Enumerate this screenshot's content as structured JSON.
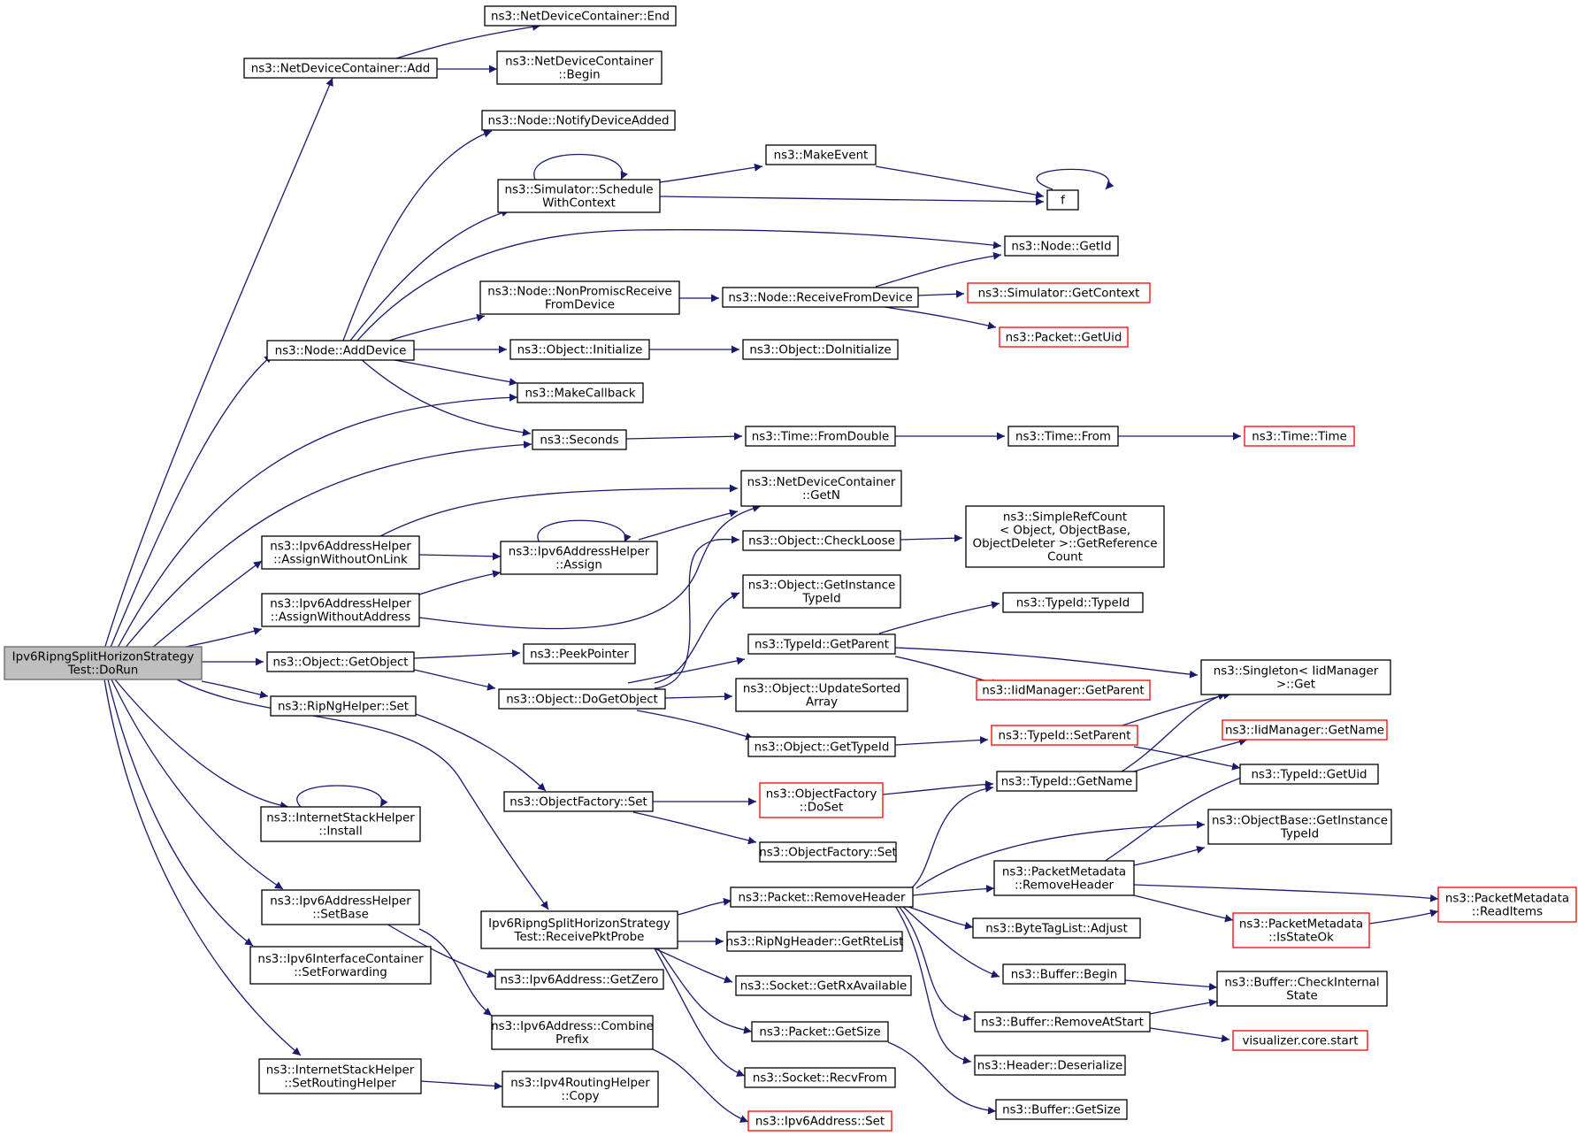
{
  "colors": {
    "edge": "#191970",
    "box_border": "#000000",
    "box_border_truncated": "#ff0000",
    "root_fill": "#bfbfbf",
    "root_border": "#666666",
    "background": "#ffffff"
  },
  "nodes": {
    "root": [
      "Ipv6RipngSplitHorizonStrategy",
      "Test::DoRun"
    ],
    "ndc_add": [
      "ns3::NetDeviceContainer::Add"
    ],
    "ndc_end": [
      "ns3::NetDeviceContainer::End"
    ],
    "ndc_begin": [
      "ns3::NetDeviceContainer",
      "::Begin"
    ],
    "node_notify": [
      "ns3::Node::NotifyDeviceAdded"
    ],
    "sched_ctx": [
      "ns3::Simulator::Schedule",
      "WithContext"
    ],
    "make_event": [
      "ns3::MakeEvent"
    ],
    "f": [
      "f"
    ],
    "node_getid": [
      "ns3::Node::GetId"
    ],
    "node_nonpromisc": [
      "ns3::Node::NonPromiscReceive",
      "FromDevice"
    ],
    "node_recv": [
      "ns3::Node::ReceiveFromDevice"
    ],
    "sim_getctx": [
      "ns3::Simulator::GetContext"
    ],
    "pkt_getuid": [
      "ns3::Packet::GetUid"
    ],
    "node_adddevice": [
      "ns3::Node::AddDevice"
    ],
    "obj_init": [
      "ns3::Object::Initialize"
    ],
    "obj_doinit": [
      "ns3::Object::DoInitialize"
    ],
    "make_cb": [
      "ns3::MakeCallback"
    ],
    "seconds": [
      "ns3::Seconds"
    ],
    "time_fromdouble": [
      "ns3::Time::FromDouble"
    ],
    "time_from": [
      "ns3::Time::From"
    ],
    "time_time": [
      "ns3::Time::Time"
    ],
    "ndc_getn": [
      "ns3::NetDeviceContainer",
      "::GetN"
    ],
    "ipv6h_assign_wo_onlink": [
      "ns3::Ipv6AddressHelper",
      "::AssignWithoutOnLink"
    ],
    "ipv6h_assign": [
      "ns3::Ipv6AddressHelper",
      "::Assign"
    ],
    "obj_checkloose": [
      "ns3::Object::CheckLoose"
    ],
    "simplerefcount": [
      "ns3::SimpleRefCount",
      "< Object, ObjectBase,",
      "ObjectDeleter >::GetReference",
      "Count"
    ],
    "obj_getinstancetypeid": [
      "ns3::Object::GetInstance",
      "TypeId"
    ],
    "ipv6h_assign_wo_addr": [
      "ns3::Ipv6AddressHelper",
      "::AssignWithoutAddress"
    ],
    "typeid_typeid": [
      "ns3::TypeId::TypeId"
    ],
    "typeid_getparent": [
      "ns3::TypeId::GetParent"
    ],
    "obj_getobject": [
      "ns3::Object::GetObject"
    ],
    "peekpointer": [
      "ns3::PeekPointer"
    ],
    "singleton_get": [
      "ns3::Singleton< IidManager",
      ">::Get"
    ],
    "iid_getparent": [
      "ns3::IidManager::GetParent"
    ],
    "obj_dogetobject": [
      "ns3::Object::DoGetObject"
    ],
    "obj_updatesorted": [
      "ns3::Object::UpdateSorted",
      "Array"
    ],
    "ripng_set": [
      "ns3::RipNgHelper::Set"
    ],
    "iid_getname": [
      "ns3::IidManager::GetName"
    ],
    "obj_gettypeid": [
      "ns3::Object::GetTypeId"
    ],
    "typeid_setparent": [
      "ns3::TypeId::SetParent"
    ],
    "typeid_getuid": [
      "ns3::TypeId::GetUid"
    ],
    "ofactory_set": [
      "ns3::ObjectFactory::Set"
    ],
    "ofactory_doset": [
      "ns3::ObjectFactory",
      "::DoSet"
    ],
    "typeid_getname": [
      "ns3::TypeId::GetName"
    ],
    "inet_install": [
      "ns3::InternetStackHelper",
      "::Install"
    ],
    "objbase_getinstancetypeid": [
      "ns3::ObjectBase::GetInstance",
      "TypeId"
    ],
    "ofactory_set2": [
      "ns3::ObjectFactory::Set"
    ],
    "pkt_removeheader": [
      "ns3::Packet::RemoveHeader"
    ],
    "pktmeta_removeheader": [
      "ns3::PacketMetadata",
      "::RemoveHeader"
    ],
    "pktmeta_readitems": [
      "ns3::PacketMetadata",
      "::ReadItems"
    ],
    "ipv6h_setbase": [
      "ns3::Ipv6AddressHelper",
      "::SetBase"
    ],
    "receivepktprobe": [
      "Ipv6RipngSplitHorizonStrategy",
      "Test::ReceivePktProbe"
    ],
    "bytetag_adjust": [
      "ns3::ByteTagList::Adjust"
    ],
    "pktmeta_isstateok": [
      "ns3::PacketMetadata",
      "::IsStateOk"
    ],
    "ripng_getrtelist": [
      "ns3::RipNgHeader::GetRteList"
    ],
    "ipv6if_setforwarding": [
      "ns3::Ipv6InterfaceContainer",
      "::SetForwarding"
    ],
    "ipv6addr_getzero": [
      "ns3::Ipv6Address::GetZero"
    ],
    "socket_getrxavail": [
      "ns3::Socket::GetRxAvailable"
    ],
    "buffer_begin": [
      "ns3::Buffer::Begin"
    ],
    "buffer_checkinternal": [
      "ns3::Buffer::CheckInternal",
      "State"
    ],
    "buffer_removeatstart": [
      "ns3::Buffer::RemoveAtStart"
    ],
    "ipv6addr_combineprefix": [
      "ns3::Ipv6Address::Combine",
      "Prefix"
    ],
    "pkt_getsize": [
      "ns3::Packet::GetSize"
    ],
    "visualizer_start": [
      "visualizer.core.start"
    ],
    "header_deserialize": [
      "ns3::Header::Deserialize"
    ],
    "inet_setrouting": [
      "ns3::InternetStackHelper",
      "::SetRoutingHelper"
    ],
    "socket_recvfrom": [
      "ns3::Socket::RecvFrom"
    ],
    "ipv4routing_copy": [
      "ns3::Ipv4RoutingHelper",
      "::Copy"
    ],
    "buffer_getsize": [
      "ns3::Buffer::GetSize"
    ],
    "ipv6addr_set": [
      "ns3::Ipv6Address::Set"
    ]
  }
}
